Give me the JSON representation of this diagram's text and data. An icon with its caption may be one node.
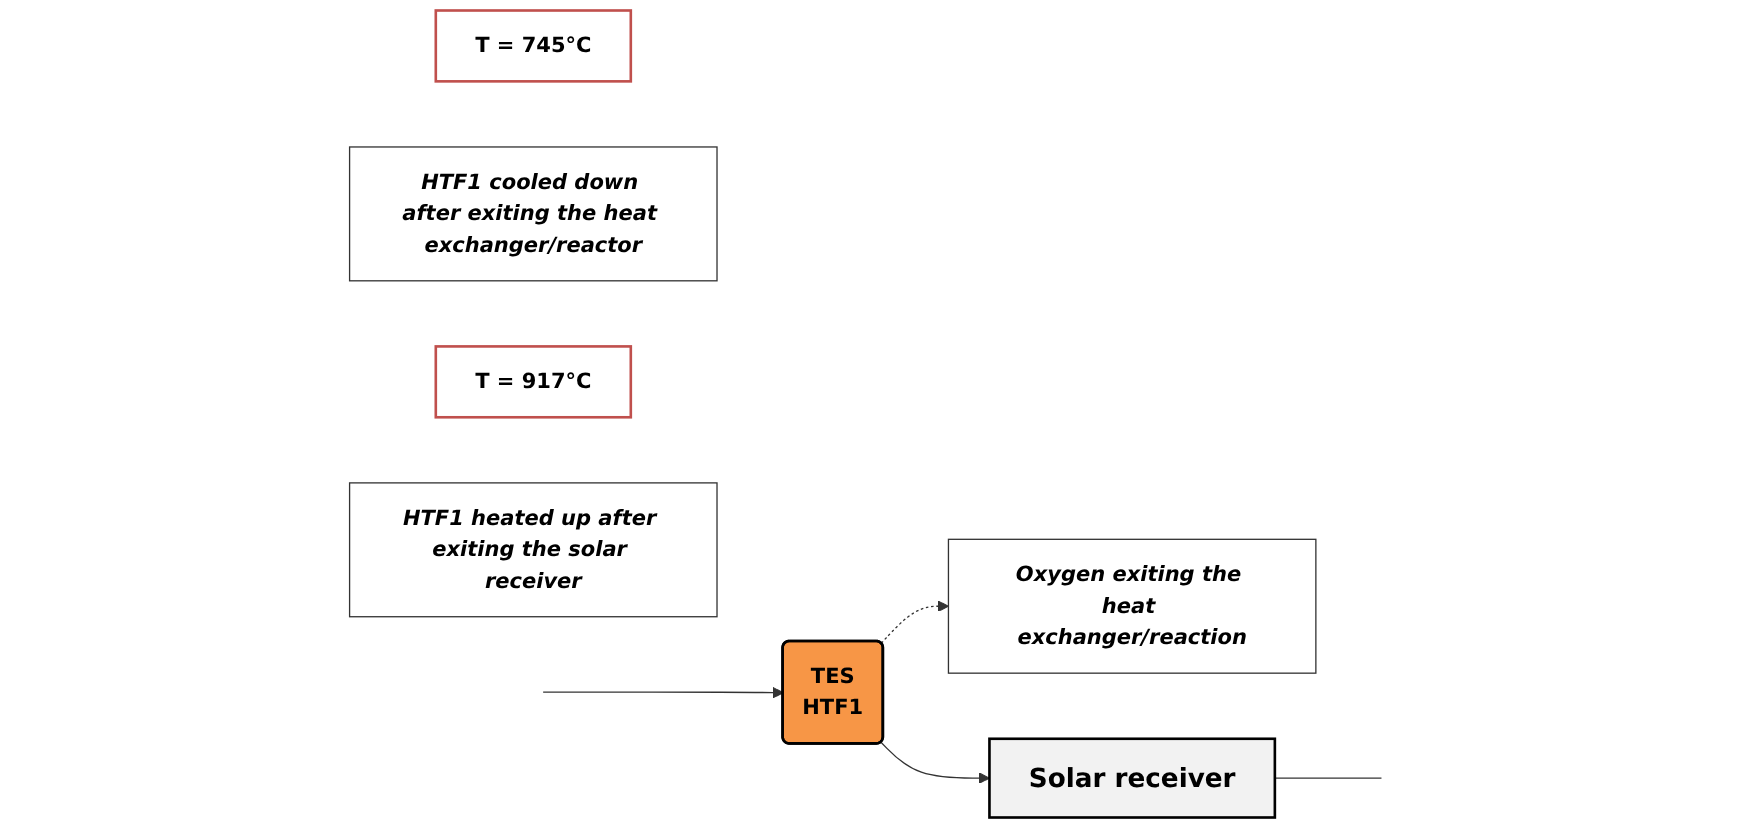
{
  "diagram": {
    "nodes": [
      {
        "text": [
          "TES",
          "HTF1"
        ]
      },
      {
        "text": [
          "Oxygen exiting the heat exchanger/reaction"
        ]
      },
      {
        "text": [
          "Solar receiver"
        ]
      },
      {
        "text": [
          "T = 745°C"
        ]
      },
      {
        "text": [
          "HTF1 cooled down after exiting the heat exchanger/reactor"
        ]
      },
      {
        "text": [
          "T = 917°C"
        ]
      },
      {
        "text": [
          "HTF1 heated up after exiting the solar receiver"
        ]
      }
    ],
    "edges": [
      {
        "from": 0,
        "to": 1,
        "arrow": "to",
        "style": "dashed"
      },
      {
        "from": 0,
        "to": 2,
        "arrow": "to"
      },
      {
        "from": 2,
        "to": null,
        "arrow": "none"
      },
      {
        "from": null,
        "to": 0,
        "arrow": "to"
      }
    ]
  }
}
